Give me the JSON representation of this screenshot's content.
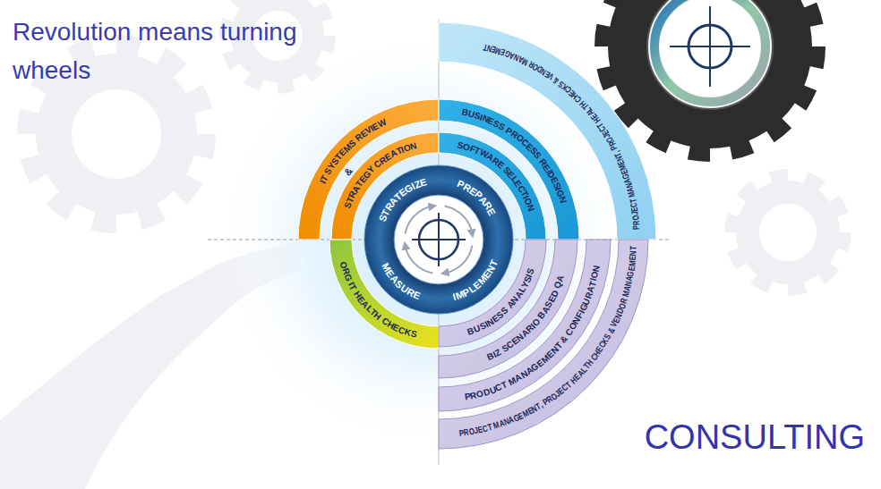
{
  "diagram": {
    "title": "Revolution means turning wheels",
    "nodes": [
      {
        "text": [
          "IT SYSTEMS REVIEW"
        ]
      },
      {
        "text": [
          "STRATEGY CREATION"
        ]
      },
      {
        "text": [
          "BUSINESS PROCESS RE/DESIGN"
        ]
      },
      {
        "text": [
          "SOFTWARE SELECTION"
        ]
      },
      {
        "text": [
          "PROJECT MANAGEMENT, PROJECT HEALTH CHECKS & VENDOR MANAGEMENT"
        ]
      },
      {
        "text": [
          "STRATEGIZE",
          "PREPARE",
          "IMPLEMENT",
          "MEASURE"
        ]
      },
      {
        "text": [
          "ORG IT HEALTH CHECKS"
        ]
      },
      {
        "text": [
          "BUSINESS ANALYSIS"
        ]
      },
      {
        "text": [
          "BIZ SCENARIO BASED QA"
        ]
      },
      {
        "text": [
          "PRODUCT MANAGEMENT & CONFIGURATION"
        ]
      },
      {
        "text": [
          "PROJECT MANAGEMENT, PROJECT HEALTH CHECKS & VENDOR MANAGEMENT"
        ]
      }
    ],
    "labels": [
      "&",
      "CONSULTING"
    ]
  }
}
